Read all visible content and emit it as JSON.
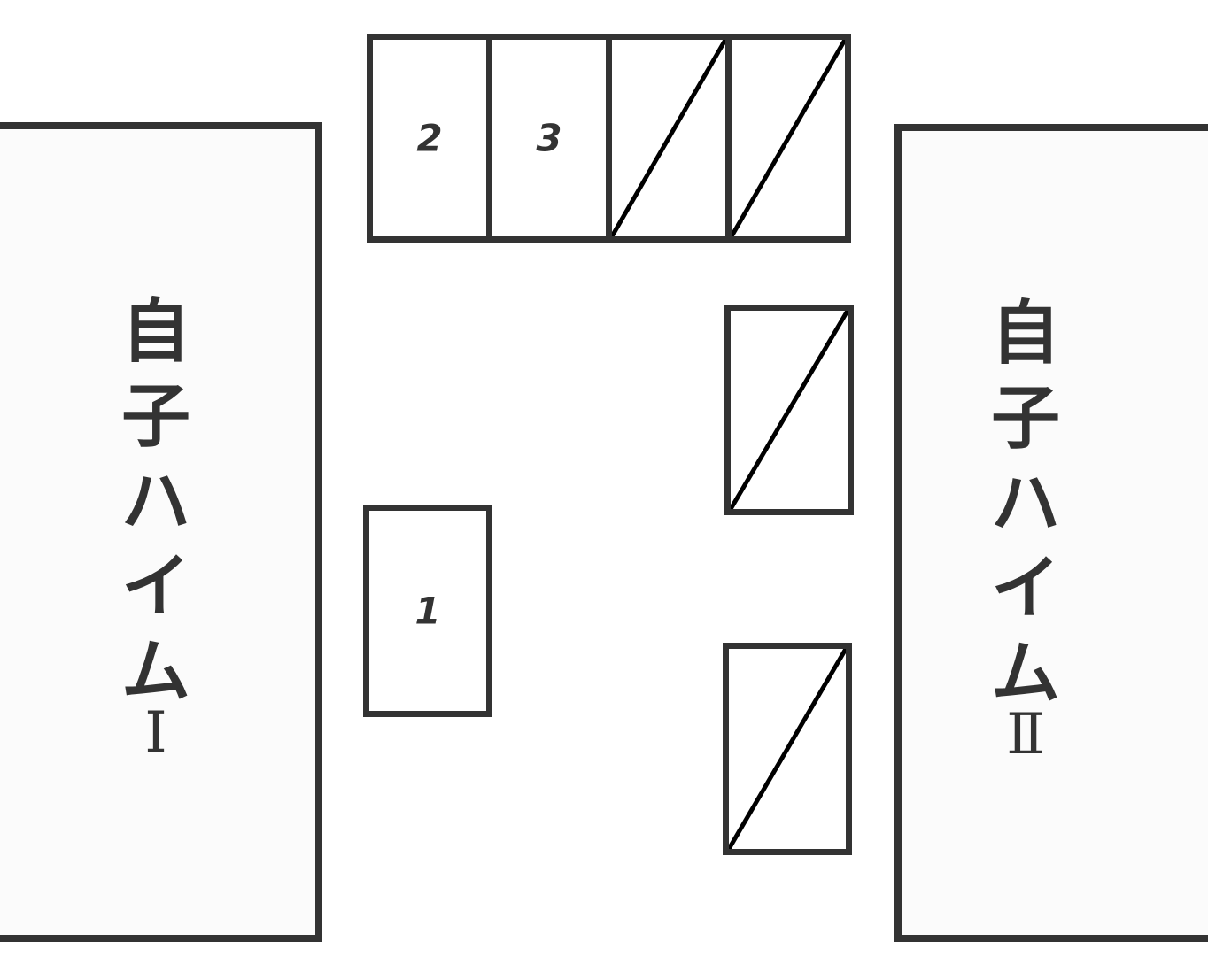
{
  "buildings": [
    {
      "name_chars": [
        "自",
        "子",
        "ハ",
        "イ",
        "ム"
      ],
      "number": "Ⅰ"
    },
    {
      "name_chars": [
        "自",
        "子",
        "ハ",
        "イ",
        "ム"
      ],
      "number": "Ⅱ"
    }
  ],
  "parking_spaces": [
    {
      "label": "2",
      "status": "available"
    },
    {
      "label": "3",
      "status": "available"
    },
    {
      "label": "",
      "status": "unavailable"
    },
    {
      "label": "",
      "status": "unavailable"
    },
    {
      "label": "",
      "status": "unavailable"
    },
    {
      "label": "1",
      "status": "available"
    },
    {
      "label": "",
      "status": "unavailable"
    }
  ],
  "colors": {
    "line": "#333333",
    "background": "#ffffff",
    "building_fill": "#fbfbfb"
  }
}
